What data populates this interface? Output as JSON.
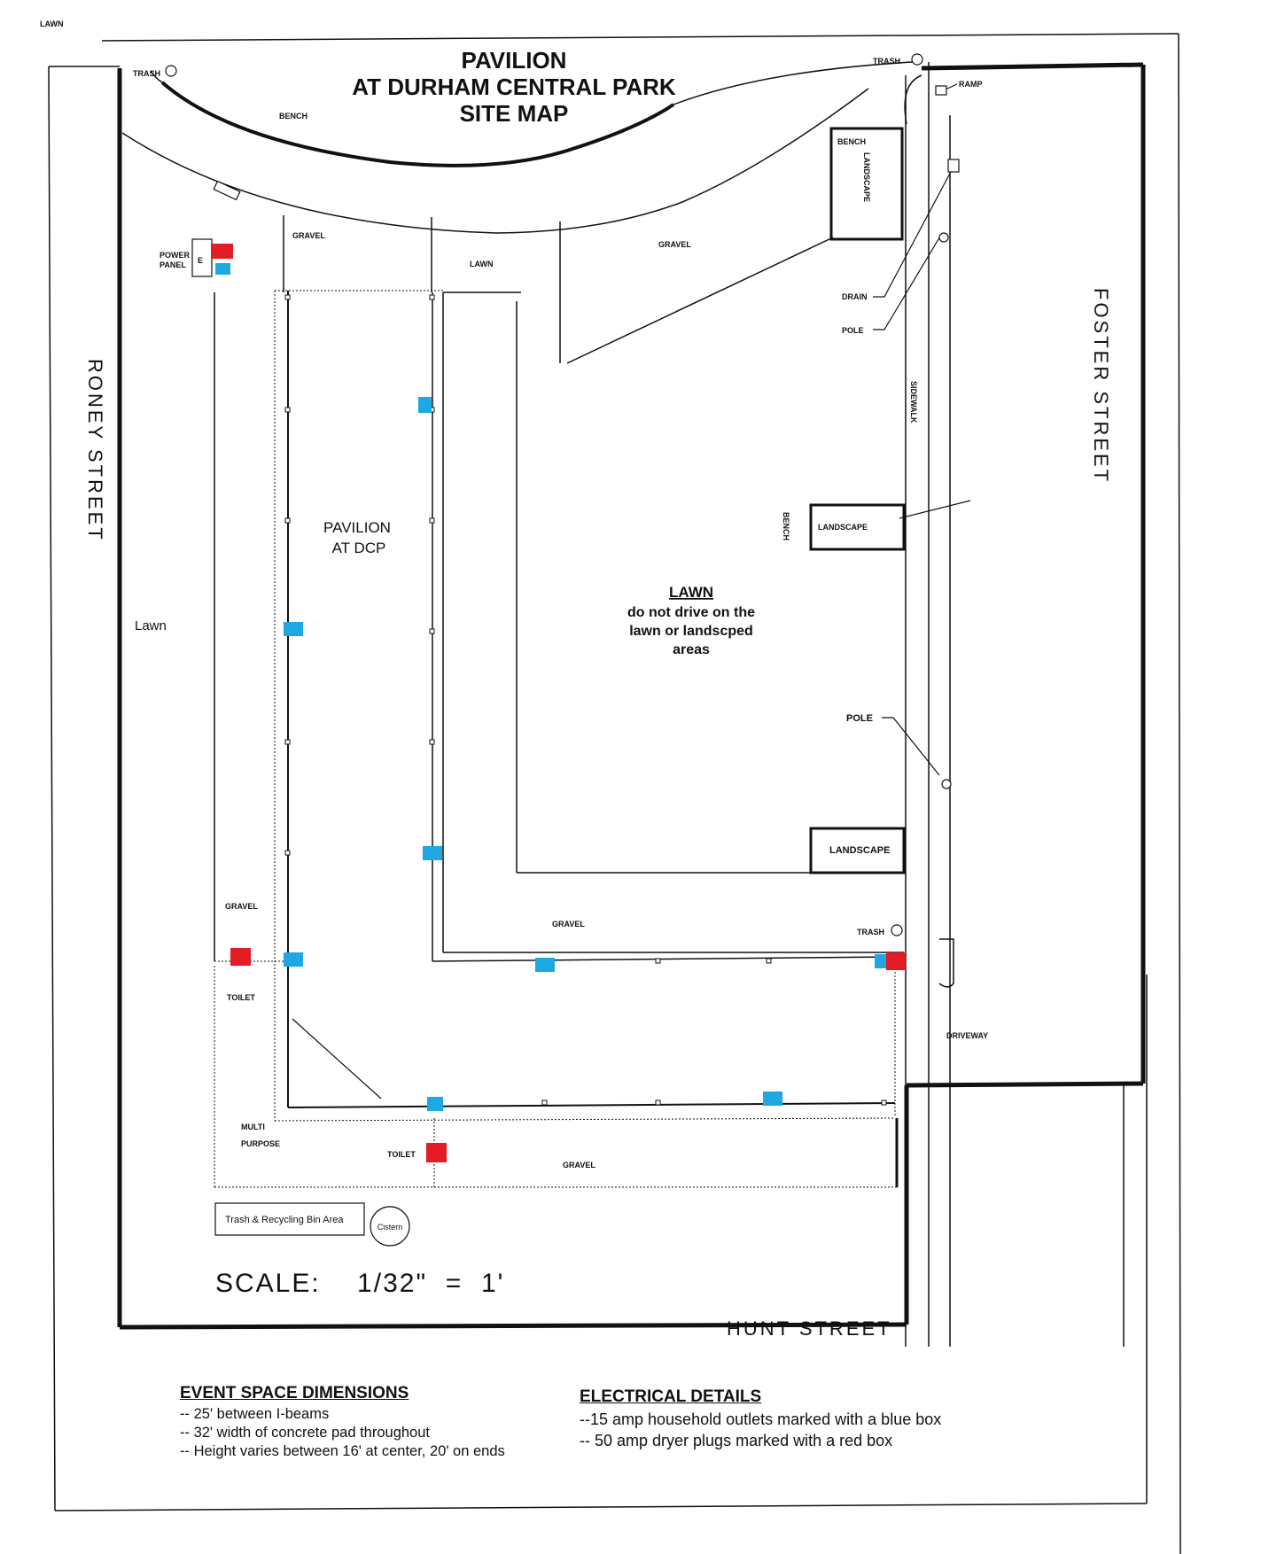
{
  "corner_label": "LAWN",
  "title": {
    "line1": "PAVILION",
    "line2": "AT DURHAM CENTRAL PARK",
    "line3": "SITE MAP"
  },
  "streets": {
    "west": "RONEY STREET",
    "east": "FOSTER STREET",
    "south": "HUNT STREET"
  },
  "labels": {
    "trash": "TRASH",
    "bench": "BENCH",
    "gravel": "GRAVEL",
    "lawn_small": "LAWN",
    "landscape": "LANDSCAPE",
    "drain": "DRAIN",
    "pole": "POLE",
    "ramp": "RAMP",
    "sidewalk": "SIDEWALK",
    "power_panel_1": "POWER",
    "power_panel_2": "PANEL",
    "panel_marker": "E",
    "pavilion_1": "PAVILION",
    "pavilion_2": "AT  DCP",
    "lawn_side": "Lawn",
    "toilet": "TOILET",
    "multi_1": "MULTI",
    "multi_2": "PURPOSE",
    "driveway": "DRIVEWAY",
    "trash_bin_area": "Trash & Recycling Bin Area",
    "cistern": "Cistern"
  },
  "lawn_notice": {
    "heading": "LAWN",
    "line1": "do not drive on the",
    "line2": "lawn or landscped",
    "line3": "areas"
  },
  "scale": "SCALE:    1/32\"  =  1'",
  "event_space": {
    "heading": "EVENT SPACE DIMENSIONS",
    "lines": [
      "-- 25' between I-beams",
      "-- 32' width of concrete pad throughout",
      "-- Height varies between 16' at center, 20' on ends"
    ]
  },
  "electrical": {
    "heading": "ELECTRICAL DETAILS",
    "lines": [
      "--15 amp household outlets marked with a blue box",
      "-- 50 amp dryer plugs marked with a red box"
    ]
  },
  "colors": {
    "outlet_15amp": "#1ea7e0",
    "plug_50amp": "#e31b23",
    "line": "#111111"
  }
}
